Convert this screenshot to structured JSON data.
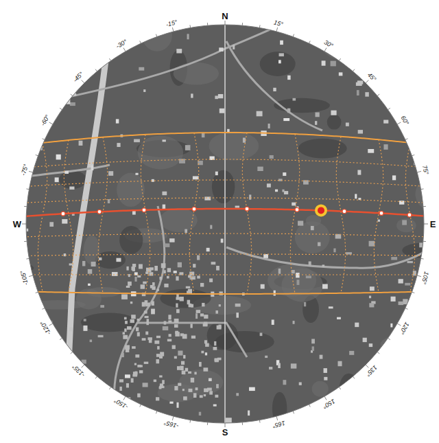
{
  "diagram": {
    "labels": [
      "N",
      "15°",
      "30°",
      "45°",
      "60°",
      "75°",
      "E",
      "105°",
      "120°",
      "135°",
      "150°",
      "165°",
      "S",
      "-165°",
      "-150°",
      "-135°",
      "-120°",
      "-105°",
      "W",
      "-75°",
      "-60°",
      "-45°",
      "-30°",
      "-15°"
    ]
  }
}
